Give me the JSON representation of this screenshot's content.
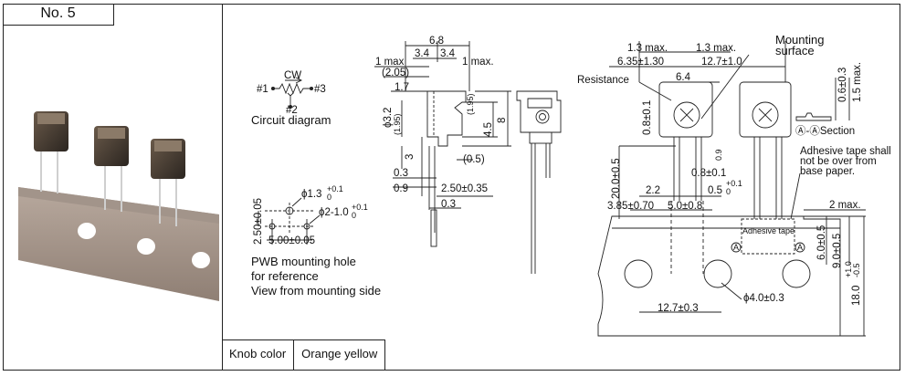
{
  "header": {
    "model": "No. 5"
  },
  "circuit": {
    "title": "CW",
    "pin1": "#1",
    "pin2": "#2",
    "pin3": "#3",
    "caption": "Circuit diagram"
  },
  "pwb": {
    "hole1": "ϕ1.3",
    "hole1_tol": "+0.1",
    "hole1_tol2": "0",
    "hole2": "ϕ2-1.0",
    "hole2_tol": "+0.1",
    "hole2_tol2": "0",
    "pitch_v": "2.50±0.05",
    "pitch_h": "5.00±0.05",
    "caption1": "PWB mounting hole",
    "caption2": "for reference",
    "caption3": "View from mounting side"
  },
  "side": {
    "w_total": "6.8",
    "w_a": "3.4",
    "w_b": "3.4",
    "one_max_left": "1 max",
    "one_max_right": "1 max.",
    "d205": "(2.05)",
    "d17": "1.7",
    "d32": "ϕ3.2",
    "d195a": "(1.95)",
    "d195b": "(1.95)",
    "d45": "4.5",
    "d8": "8",
    "d3": "3",
    "d05": "(0.5)",
    "d03a": "0.3",
    "d09": "0.9",
    "d250": "2.50±0.35",
    "d03b": "0.3"
  },
  "tape": {
    "mounting1": "Mounting",
    "mounting2": "surface",
    "resistance": "Resistance",
    "max13a": "1.3 max.",
    "max13b": "1.3 max.",
    "d635": "6.35±1.30",
    "d127a": "12.7±1.0",
    "d64": "6.4",
    "d08a": "0.8±0.1",
    "d09": "0.9",
    "d200": "20.0±0.5",
    "d08b": "0.8±0.1",
    "d22": "2.2",
    "d05b": "0.5",
    "d05b_tol": "+0.1",
    "d05b_tol2": "0",
    "d385": "3.85±0.70",
    "d508": "5.0±0.8",
    "d06": "0.6±0.3",
    "d15": "1.5 max.",
    "section": "Ⓐ-ⒶSection",
    "adh1": "Adhesive tape shall",
    "adh2": "not be over from",
    "adh3": "base paper.",
    "adh_label": "Adhesive tape",
    "marker_a": "A",
    "max2": "2 max.",
    "d60": "6.0±0.5",
    "d90": "9.0±0.5",
    "d180": "18.0",
    "d180_tol": "+1.0",
    "d180_tol2": "-0.5",
    "d127b": "12.7±0.3",
    "d40": "ϕ4.0±0.3"
  },
  "footer": {
    "knob_label": "Knob color",
    "knob_value": "Orange yellow"
  }
}
